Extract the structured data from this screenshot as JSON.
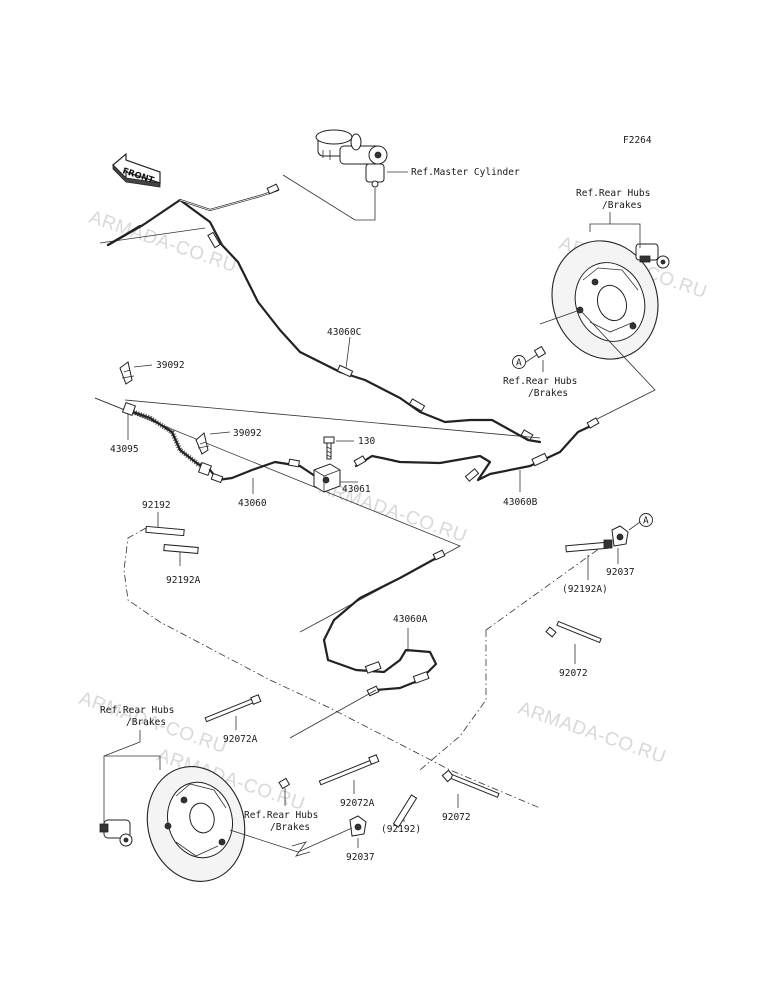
{
  "figure_id": "F2264",
  "front_label": "FRONT",
  "watermarks": [
    "ARMADA-CO.RU",
    "ARMADA-CO.RU",
    "ARMADA-CO.RU",
    "ARMADA-CO.RU",
    "ARMADA-CO.RU",
    "ARMADA-CO.RU"
  ],
  "callout_a": "A",
  "refs": {
    "master_cylinder": "Ref.Master Cylinder",
    "rear_hubs_1": "Ref.Rear Hubs\n/Brakes",
    "rear_hubs_2": "Ref.Rear Hubs\n/Brakes",
    "rear_hubs_3": "Ref.Rear Hubs\n/Brakes",
    "rear_hubs_4": "Ref.Rear Hubs\n/Brakes"
  },
  "parts": {
    "p43060C": "43060C",
    "p39092a": "39092",
    "p39092b": "39092",
    "p43095": "43095",
    "p130": "130",
    "p43060": "43060",
    "p43061": "43061",
    "p43060B": "43060B",
    "p92192": "92192",
    "p92192A": "92192A",
    "p92037a": "92037",
    "p92192A_paren": "(92192A)",
    "p43060A": "43060A",
    "p92072a": "92072",
    "p92072A_a": "92072A",
    "p92072A_b": "92072A",
    "p92072b": "92072",
    "p92192_paren": "(92192)",
    "p92037b": "92037"
  }
}
